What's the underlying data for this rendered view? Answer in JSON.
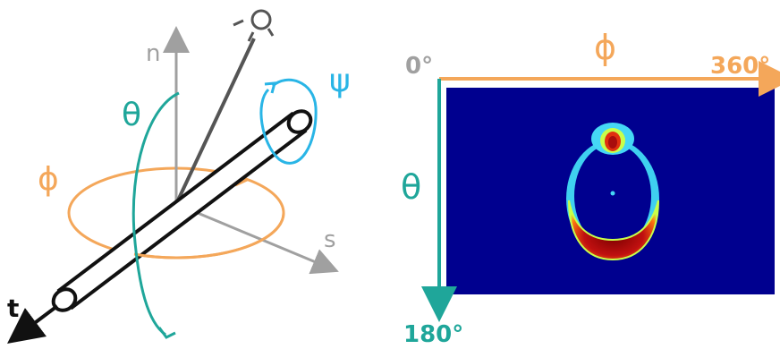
{
  "left_diagram": {
    "labels": {
      "n": "n",
      "s": "s",
      "t": "t",
      "theta": "θ",
      "phi": "ϕ",
      "psi": "ψ"
    },
    "colors": {
      "axis": "#a0a0a0",
      "rod": "#111111",
      "theta": "#1fa69a",
      "phi": "#f4a75a",
      "psi": "#29b5e6",
      "viewer": "#555555"
    },
    "icons": {
      "viewer": "light-source-icon"
    }
  },
  "right_panel": {
    "labels": {
      "origin": "0°",
      "phi_symbol": "ϕ",
      "phi_max": "360°",
      "theta_symbol": "θ",
      "theta_max": "180°"
    },
    "colors": {
      "phi_axis": "#f4a75a",
      "theta_axis": "#1fa69a",
      "origin_label": "#a0a0a0",
      "heatmap_background": "#00008f",
      "heatmap_cyan": "#45d7f5",
      "heatmap_yellow": "#c8ff4a",
      "heatmap_red": "#a80d0d"
    }
  }
}
